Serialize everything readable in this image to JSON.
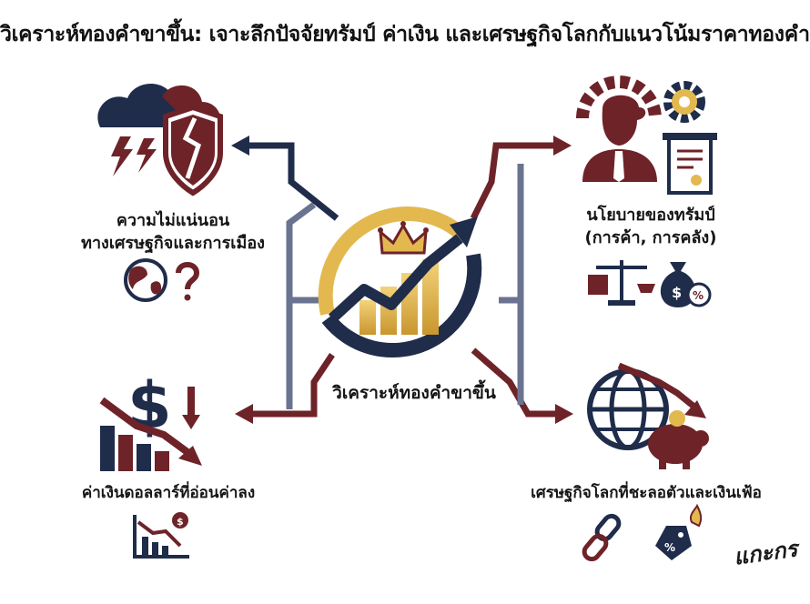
{
  "title": "วิเคราะห์ทองคำขาขึ้น: เจาะลึกปัจจัยทรัมป์ ค่าเงิน และเศรษฐกิจโลกกับแนวโน้มราคาทองคำ",
  "center": {
    "label": "วิเคราะห์ทองคำขาขึ้น"
  },
  "factors": {
    "top_left": {
      "line1": "ความไม่แน่นอน",
      "line2": "ทางเศรษฐกิจและการเมือง"
    },
    "top_right": {
      "line1": "นโยบายของทรัมป์",
      "line2": "(การค้า, การคลัง)"
    },
    "bottom_left": {
      "line1": "ค่าเงินดอลลาร์ที่อ่อนค่าลง"
    },
    "bottom_right": {
      "line1": "เศรษฐกิจโลกที่ชะลอตัวและเงินเฟ้อ"
    }
  },
  "signature": "แกะกร",
  "colors": {
    "navy": "#1f2c4a",
    "maroon": "#6e2328",
    "gold": "#e3b94f",
    "slate": "#6a7490"
  },
  "icons": [
    "storm-cloud-icon",
    "broken-shield-icon",
    "globe-question-icon",
    "businessman-icon",
    "gear-icon",
    "document-icon",
    "scale-icon",
    "money-bag-icon",
    "dollar-down-icon",
    "falling-chart-icon",
    "globe-icon",
    "piggy-bank-icon",
    "broken-chain-icon",
    "price-tag-icon",
    "crown-icon",
    "gold-rising-chart-icon"
  ]
}
